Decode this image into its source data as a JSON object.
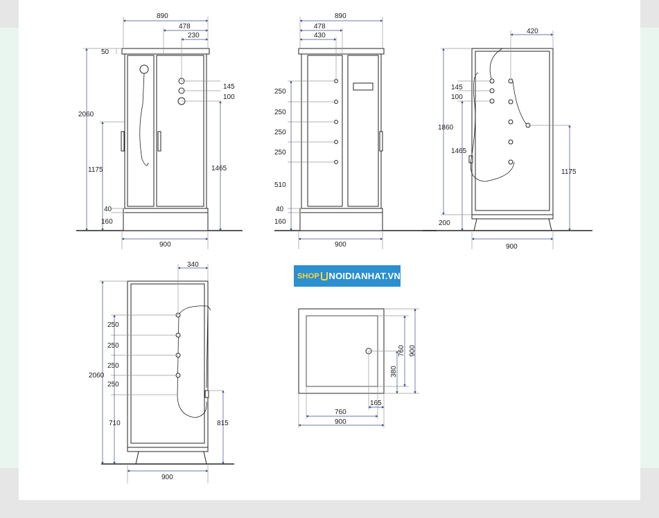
{
  "logo": {
    "prefix": "SHOP",
    "name": "NOIDIANHAT.VN"
  },
  "front_view": {
    "widths": [
      "890",
      "478",
      "230"
    ],
    "left_heights": [
      "50",
      "2060",
      "1175",
      "40",
      "160"
    ],
    "right_heights": [
      "145",
      "100",
      "1465"
    ],
    "base_width": "900"
  },
  "back_view": {
    "widths": [
      "890",
      "478",
      "430"
    ],
    "spacings": [
      "250",
      "250",
      "250",
      "250",
      "510",
      "40",
      "160"
    ],
    "base_width": "900"
  },
  "right_side_view": {
    "top_width": "420",
    "left_heights": [
      "145",
      "100",
      "1860",
      "1465",
      "200"
    ],
    "right_height": "1175",
    "base_width": "900"
  },
  "left_side_view": {
    "top_width": "340",
    "total_height": "2060",
    "spacings": [
      "250",
      "250",
      "250",
      "250"
    ],
    "lower_heights": [
      "710",
      "815"
    ],
    "base_width": "900"
  },
  "plan_view": {
    "right_dims": [
      "760",
      "900",
      "380"
    ],
    "bottom_dims": [
      "165",
      "760",
      "900"
    ]
  }
}
